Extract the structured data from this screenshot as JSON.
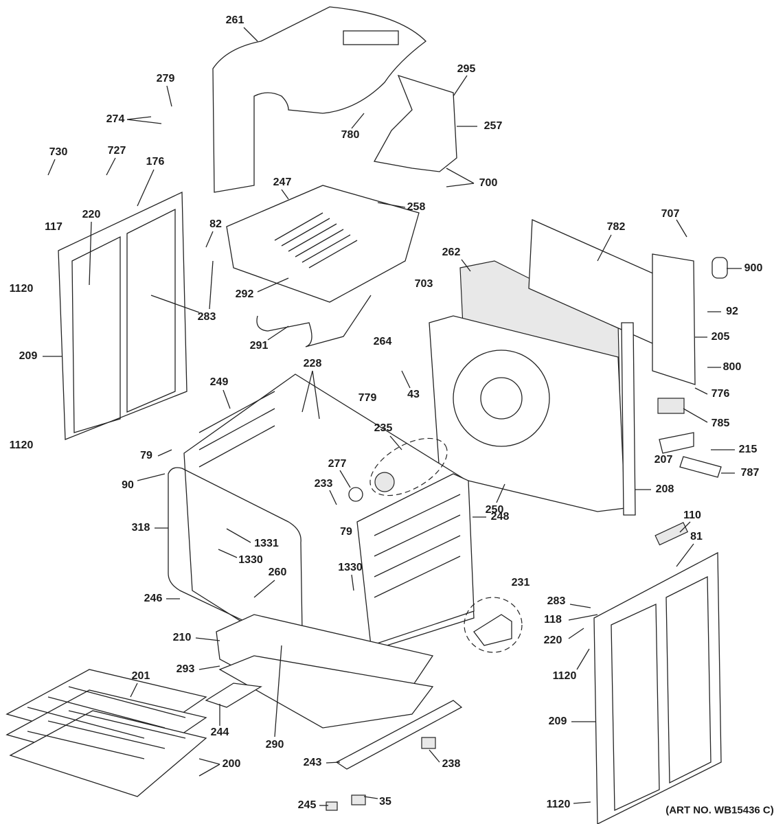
{
  "diagram": {
    "art_number": "(ART NO. WB15436 C)",
    "callouts": [
      "261",
      "279",
      "274",
      "730",
      "727",
      "176",
      "295",
      "257",
      "780",
      "700",
      "247",
      "258",
      "220",
      "117",
      "82",
      "707",
      "782",
      "1120",
      "262",
      "900",
      "292",
      "703",
      "92",
      "283",
      "291",
      "264",
      "205",
      "209",
      "228",
      "800",
      "43",
      "779",
      "776",
      "249",
      "785",
      "235",
      "1120",
      "79",
      "215",
      "207",
      "90",
      "787",
      "277",
      "233",
      "250",
      "208",
      "110",
      "318",
      "1331",
      "79",
      "248",
      "81",
      "1330",
      "1330",
      "260",
      "231",
      "246",
      "283",
      "118",
      "220",
      "210",
      "293",
      "1120",
      "201",
      "244",
      "209",
      "290",
      "200",
      "243",
      "238",
      "245",
      "35",
      "1120"
    ]
  }
}
